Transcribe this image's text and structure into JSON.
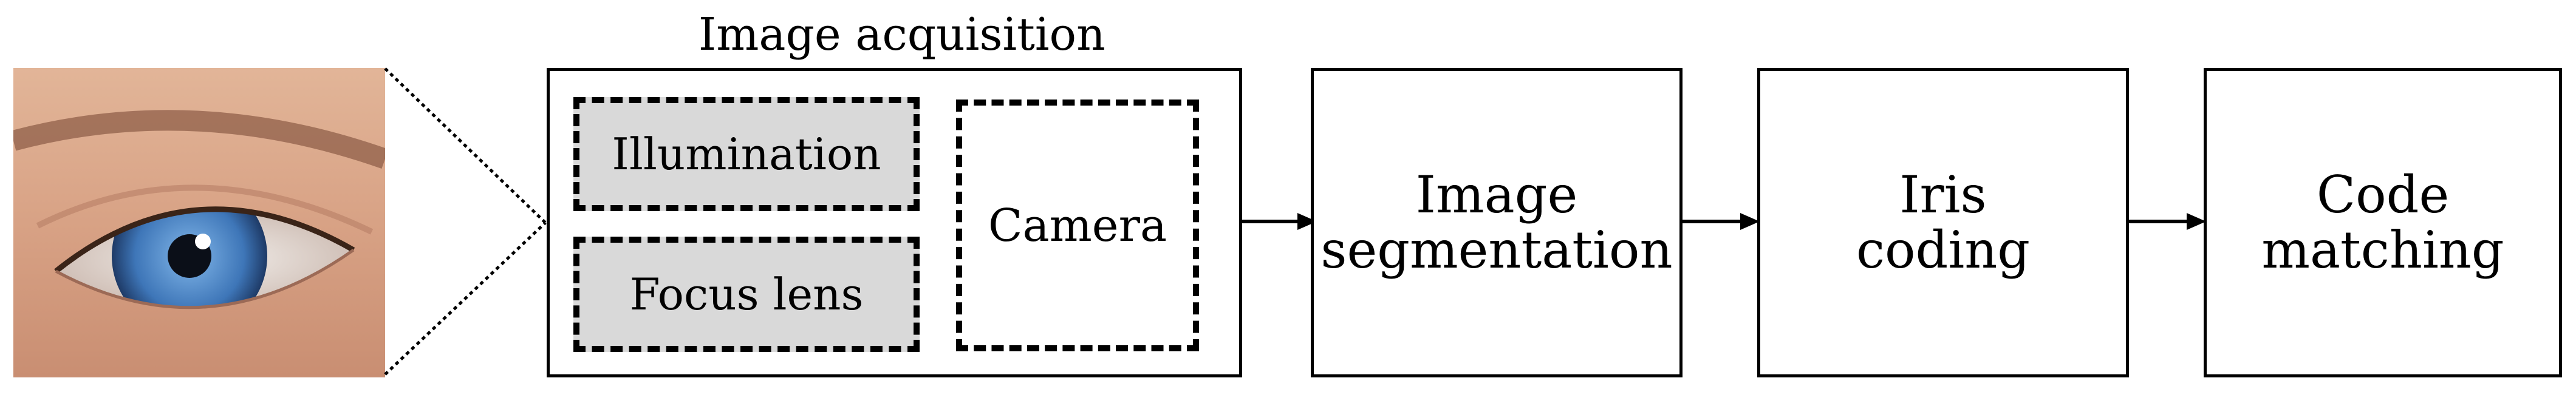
{
  "title": "Image acquisition",
  "acquisition": {
    "illumination": "Illumination",
    "focus_lens": "Focus lens",
    "camera": "Camera"
  },
  "stages": {
    "segmentation": [
      "Image",
      "segmentation"
    ],
    "coding": [
      "Iris",
      "coding"
    ],
    "matching": [
      "Code",
      "matching"
    ]
  },
  "colors": {
    "line": "#000000",
    "fill_grey": "#d9d9d9",
    "iris": "#3e76b8"
  },
  "icons": [
    "eye-photo",
    "zoom-lines",
    "arrow-right"
  ]
}
